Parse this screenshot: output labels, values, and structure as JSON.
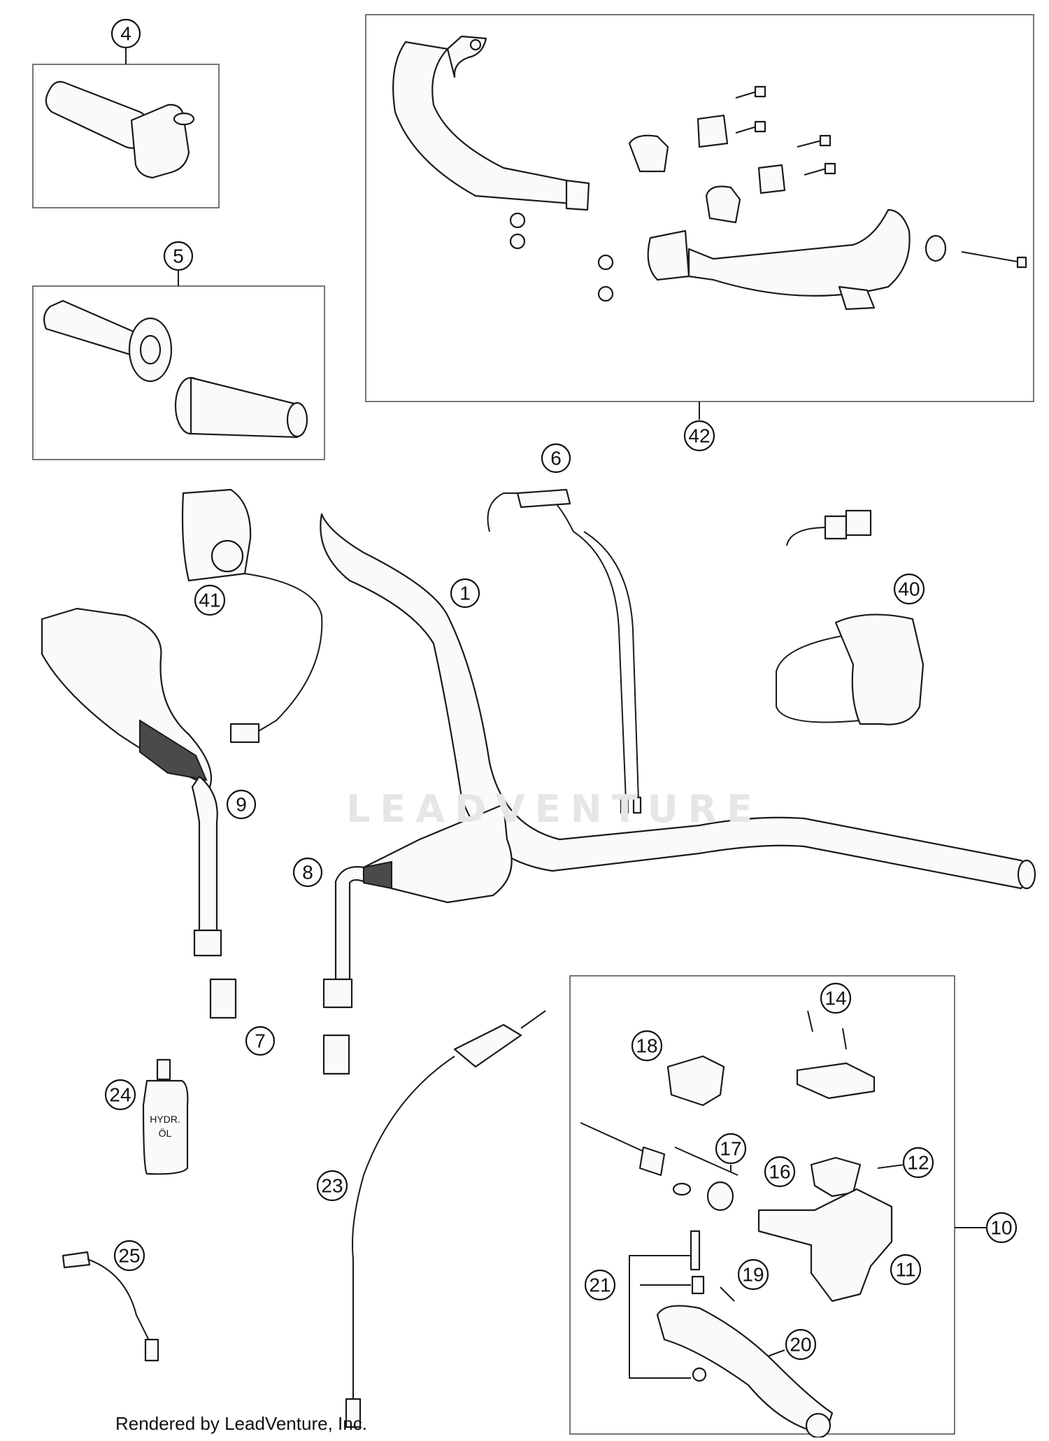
{
  "footer": {
    "credit": "Rendered by LeadVenture, Inc."
  },
  "watermark": {
    "text": "LEADVENTURE"
  },
  "callouts": [
    {
      "id": "4",
      "label": "4"
    },
    {
      "id": "5",
      "label": "5"
    },
    {
      "id": "42",
      "label": "42"
    },
    {
      "id": "6",
      "label": "6"
    },
    {
      "id": "41",
      "label": "41"
    },
    {
      "id": "1",
      "label": "1"
    },
    {
      "id": "40",
      "label": "40"
    },
    {
      "id": "9",
      "label": "9"
    },
    {
      "id": "8",
      "label": "8"
    },
    {
      "id": "7",
      "label": "7"
    },
    {
      "id": "24",
      "label": "24"
    },
    {
      "id": "23",
      "label": "23"
    },
    {
      "id": "25",
      "label": "25"
    },
    {
      "id": "14",
      "label": "14"
    },
    {
      "id": "18",
      "label": "18"
    },
    {
      "id": "17",
      "label": "17"
    },
    {
      "id": "16",
      "label": "16"
    },
    {
      "id": "12",
      "label": "12"
    },
    {
      "id": "10",
      "label": "10"
    },
    {
      "id": "11",
      "label": "11"
    },
    {
      "id": "21",
      "label": "21"
    },
    {
      "id": "19",
      "label": "19"
    },
    {
      "id": "20",
      "label": "20"
    }
  ],
  "hydraulic_bottle": {
    "line1": "HYDR.",
    "line2": "ÖL"
  }
}
